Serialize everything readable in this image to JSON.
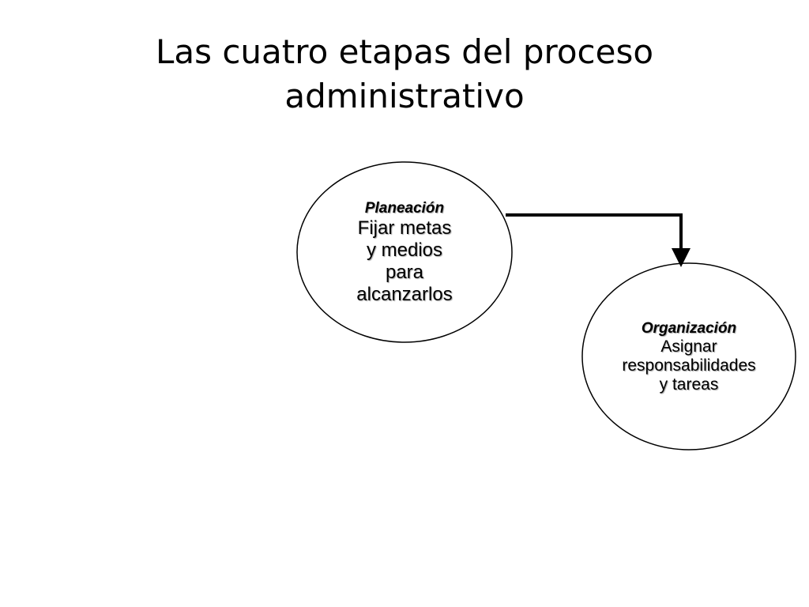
{
  "title": {
    "line1": "Las cuatro etapas del proceso",
    "line2": "administrativo"
  },
  "nodes": {
    "planeacion": {
      "heading": "Planeación",
      "text": "Fijar metas\ny medios\npara\nalcanzarlos"
    },
    "organizacion": {
      "heading": "Organización",
      "text": "Asignar\nresponsabilidades\ny tareas"
    }
  },
  "colors": {
    "stroke": "#000000",
    "background": "#ffffff"
  }
}
